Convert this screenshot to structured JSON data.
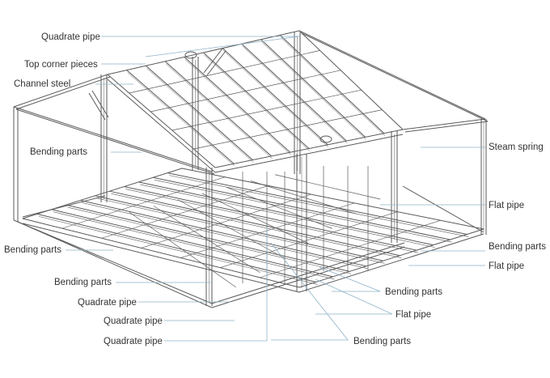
{
  "labels": {
    "quadrate_pipe_top": "Quadrate pipe",
    "top_corner_pieces": "Top corner pieces",
    "channel_steel": "Channel steel",
    "bending_parts_left_upper": "Bending parts",
    "bending_parts_left_mid": "Bending parts",
    "bending_parts_left_lower": "Bending parts",
    "quadrate_pipe_bottom_1": "Quadrate pipe",
    "quadrate_pipe_bottom_2": "Quadrate pipe",
    "quadrate_pipe_bottom_3": "Quadrate pipe",
    "steam_spring": "Steam spring",
    "flat_pipe_right_1": "Flat pipe",
    "bending_parts_right": "Bending parts",
    "flat_pipe_right_2": "Flat pipe",
    "bending_parts_center": "Bending parts",
    "flat_pipe_center": "Flat pipe",
    "bending_parts_bottom": "Bending parts"
  },
  "colors": {
    "frame_stroke": "#5a5a5a",
    "leader_line": "#8fb3c8",
    "label_text": "#333333"
  }
}
